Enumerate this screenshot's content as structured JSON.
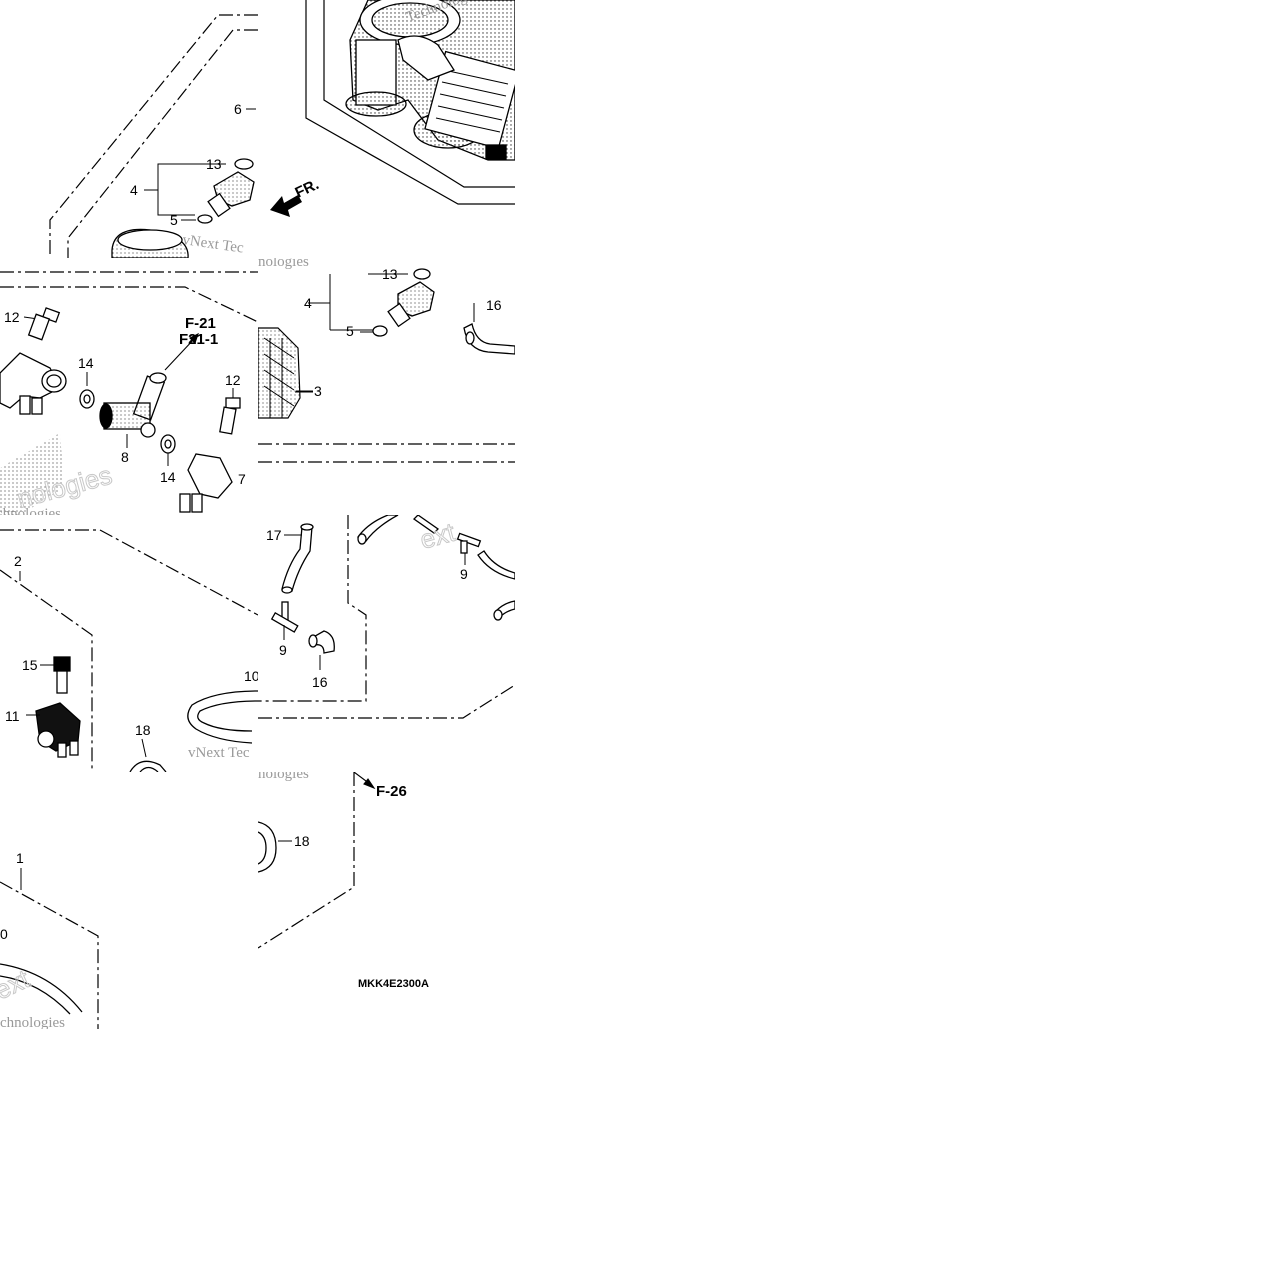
{
  "diagram": {
    "callouts_tile_a": [
      "6",
      "13",
      "4",
      "5"
    ],
    "front_marker": "FR.",
    "callouts_tile_b": [
      "13",
      "4",
      "5",
      "16",
      "3"
    ],
    "callouts_tile_c": [
      "12",
      "14",
      "12",
      "8",
      "14",
      "7"
    ],
    "refs_tile_c": [
      "F-21",
      "F21-1"
    ],
    "callouts_tile_d": [
      "17",
      "9",
      "16",
      "9"
    ],
    "callouts_tile_e": [
      "2",
      "15",
      "11",
      "18",
      "10"
    ],
    "callouts_tile_f": [
      "18"
    ],
    "ref_tile_f": "F-26",
    "callouts_tile_g": [
      "1",
      "0"
    ],
    "diagram_code": "MKK4E2300A",
    "watermarks": [
      "vNext Tech",
      "vNext Technologies",
      "Technologies",
      "Techno",
      "chnologies",
      "vNext Tec",
      "nologies",
      "ext"
    ]
  }
}
